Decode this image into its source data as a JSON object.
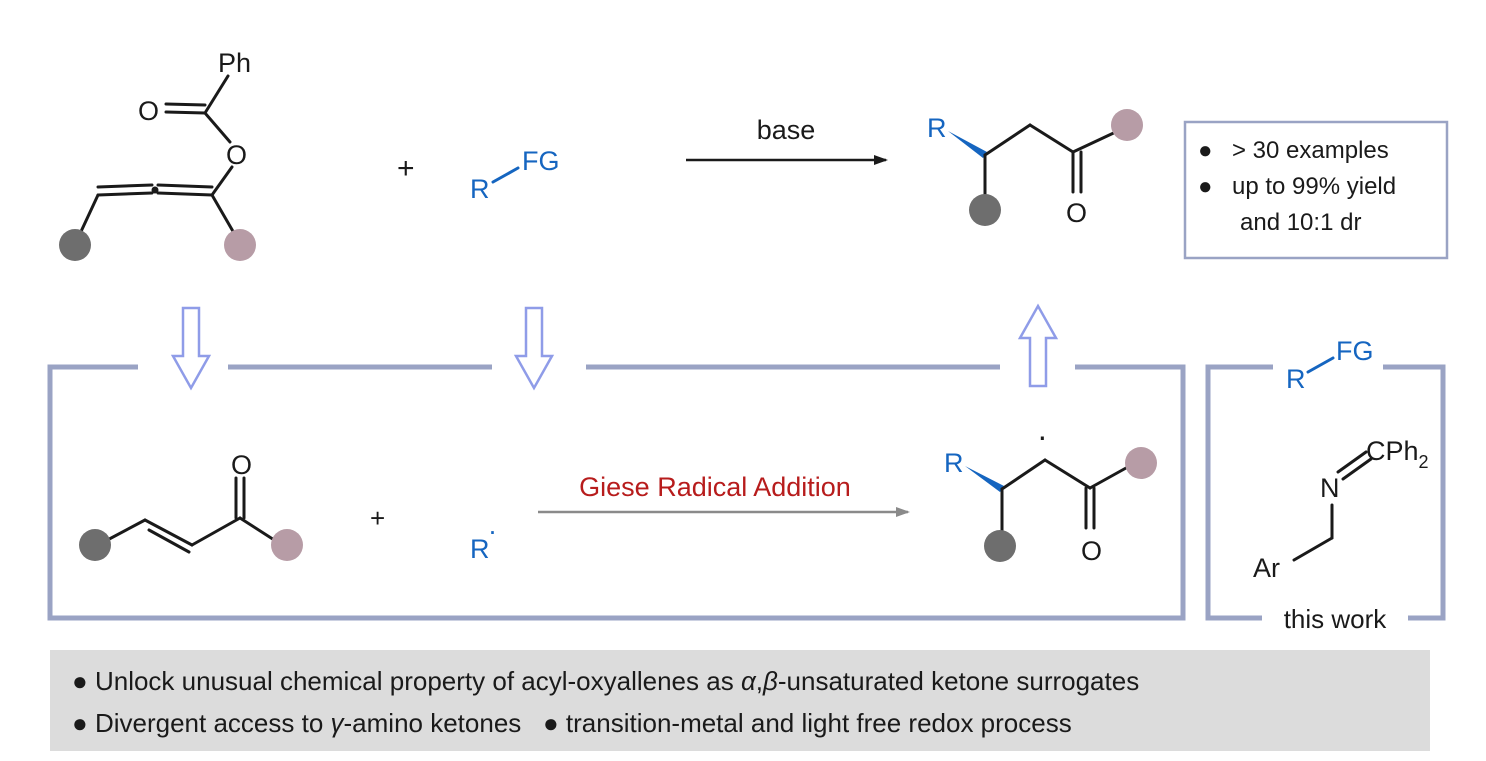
{
  "top_reaction": {
    "reagent_1_atoms": {
      "ph": "Ph",
      "carbonyl_o": "O",
      "ester_o": "O"
    },
    "plus": "+",
    "reagent_2": {
      "r": "R",
      "fg": "FG"
    },
    "arrow_label": "base",
    "product_atoms": {
      "r": "R",
      "o": "O"
    }
  },
  "results_box": {
    "bullet": "●",
    "line_1": "> 30 examples",
    "line_2": "up to 99% yield",
    "line_3": "and 10:1 dr"
  },
  "mechanism": {
    "enone_o": "O",
    "plus": "+",
    "radical": "R",
    "radical_dot": "·",
    "arrow_label": "Giese Radical Addition",
    "intermediate_atoms": {
      "r": "R",
      "o": "O",
      "radical_dot": "·"
    }
  },
  "this_work": {
    "r": "R",
    "fg": "FG",
    "n": "N",
    "cph": "CPh",
    "cph_sub": "2",
    "ar": "Ar",
    "label": "this work"
  },
  "summary": {
    "bullet": "●",
    "line_1_prefix": "Unlock unusual chemical property of acyl-oxyallenes as ",
    "line_1_alpha": "α",
    "line_1_comma": ",",
    "line_1_beta": "β",
    "line_1_suffix": "-unsaturated ketone surrogates",
    "line_2a_prefix": "Divergent access to ",
    "line_2a_gamma": "γ",
    "line_2a_suffix": "-amino ketones",
    "line_2b": "transition-metal and light free redox process"
  },
  "colors": {
    "blue": "#1565c0",
    "red": "#b71c1c",
    "frame": "#9aa3c4",
    "hollow_arrow": "#8f9ce8",
    "grey_dot": "#6e6e6e",
    "mauve_dot": "#b79ca6",
    "summary_bg": "#dcdcdc"
  }
}
